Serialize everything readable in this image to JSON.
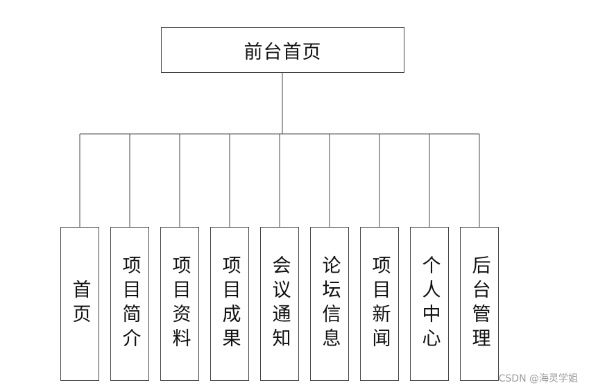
{
  "root": {
    "label": "前台首页"
  },
  "children": [
    {
      "label": "首页"
    },
    {
      "label": "项目简介"
    },
    {
      "label": "项目资料"
    },
    {
      "label": "项目成果"
    },
    {
      "label": "会议通知"
    },
    {
      "label": "论坛信息"
    },
    {
      "label": "项目新闻"
    },
    {
      "label": "个人中心"
    },
    {
      "label": "后台管理"
    }
  ],
  "watermark": "CSDN @海灵学姐"
}
